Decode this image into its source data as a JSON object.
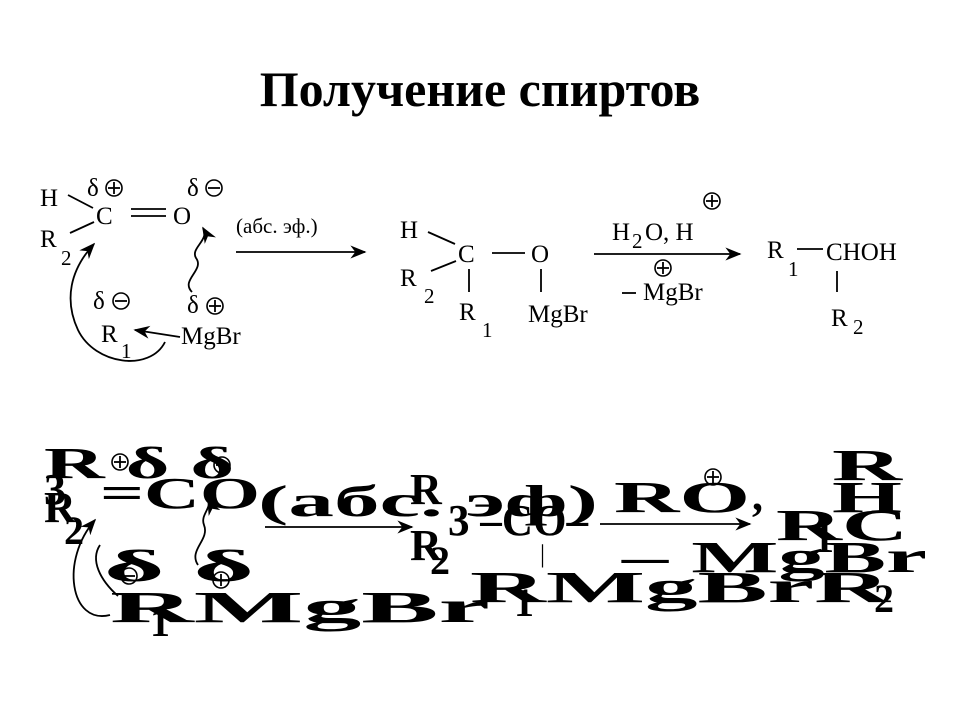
{
  "slide": {
    "title": "Получение спиртов"
  },
  "scheme": {
    "reactant": {
      "h": "H",
      "c": "C",
      "o": "O",
      "r": "R",
      "r2_sub": "2",
      "r1_sub": "1",
      "delta": "δ",
      "mgbr": "MgBr"
    },
    "condition": "(абс. эф.)",
    "intermediate": {
      "h": "H",
      "c": "C",
      "o": "O",
      "r": "R",
      "r2_sub": "2",
      "r1_sub": "1",
      "mgbr": "MgBr"
    },
    "hydrolysis": {
      "h2o_h": "H",
      "h2o_sub": "2",
      "h2o_rest": "O, H",
      "minus": "–",
      "mgbr": "MgBr"
    },
    "product": {
      "r": "R",
      "r1_sub": "1",
      "chohr": "CHOH",
      "r2_sub": "2"
    }
  },
  "garbled": {
    "row1": "R δ δ",
    "row1b": "3",
    "co": "=CO",
    "cond": "(абс. эф)",
    "row_r": "R",
    "row_r2": "2",
    "mid": "RO",
    "mid2": "3 –CO–",
    "plus_h": "H",
    "comma": ",",
    "rc": "RC",
    "sub1": "1",
    "right_r": "R",
    "right_h": "H",
    "left_r2": "R",
    "left_2": "2",
    "dd": "δ δ",
    "r2mid": "R",
    "bar": "|",
    "minus_mgbr": "– MgBr",
    "bottom": "RMgBr",
    "bottom_sub": "1",
    "bottom_r": "R",
    "bottom_r2": "2",
    "r_mgbr_mid": "RMgBrR",
    "r1_mid": "1"
  }
}
